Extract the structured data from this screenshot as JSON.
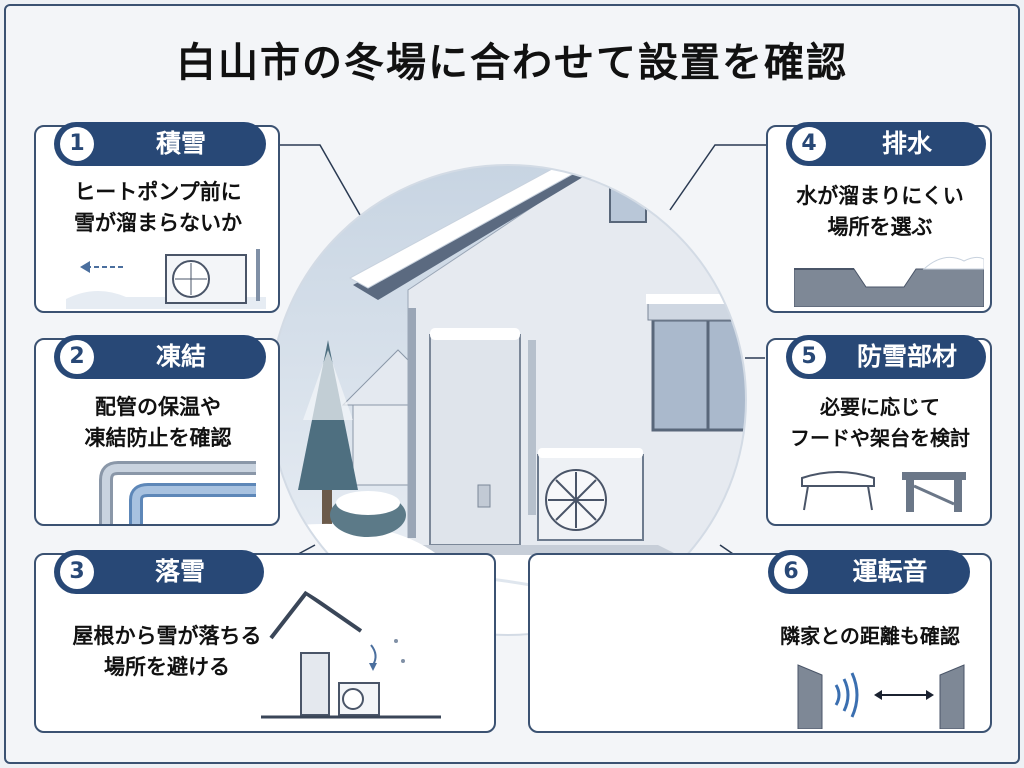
{
  "title": "白山市の冬場に合わせて設置を確認",
  "cards": [
    {
      "num": "1",
      "heading": "積雪",
      "lines": [
        "ヒートポンプ前に",
        "雪が溜まらないか"
      ],
      "illustration": "heat-pump-snow-icon"
    },
    {
      "num": "2",
      "heading": "凍結",
      "lines": [
        "配管の保温や",
        "凍結防止を確認"
      ],
      "illustration": "insulated-pipe-icon"
    },
    {
      "num": "3",
      "heading": "落雪",
      "lines": [
        "屋根から雪が落ちる",
        "場所を避ける"
      ],
      "illustration": "roof-snowfall-icon"
    },
    {
      "num": "4",
      "heading": "排水",
      "lines": [
        "水が溜まりにくい",
        "場所を選ぶ"
      ],
      "illustration": "drainage-ground-icon"
    },
    {
      "num": "5",
      "heading": "防雪部材",
      "lines": [
        "必要に応じて",
        "フードや架台を検討"
      ],
      "illustration": "snow-hood-stand-icon"
    },
    {
      "num": "6",
      "heading": "運転音",
      "lines": [
        "隣家との距離も確認"
      ],
      "illustration": "sound-distance-icon"
    }
  ],
  "colors": {
    "accent": "#284876",
    "border": "#3b5272",
    "snow": "#ffffff",
    "sky": "#dbe4ee"
  }
}
